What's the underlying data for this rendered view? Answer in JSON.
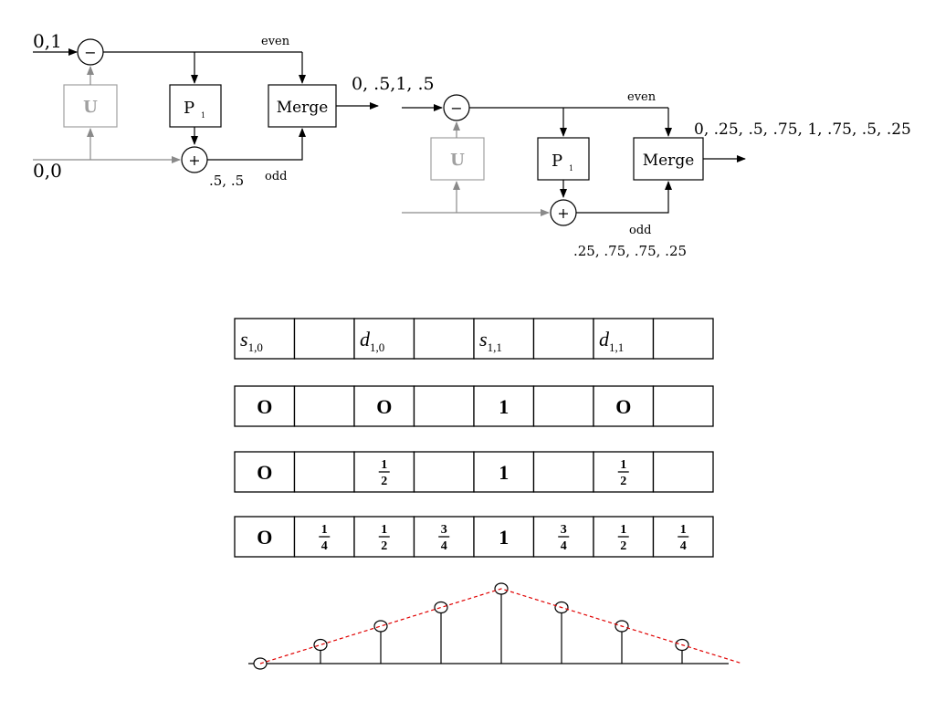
{
  "stage1": {
    "input_top": "0,1",
    "input_bottom": "0,0",
    "even_label": "even",
    "odd_label": "odd",
    "u_label": "U",
    "p_label": "P",
    "p_sub": "1",
    "merge_label": "Merge",
    "minus_sign": "−",
    "plus_sign": "+",
    "odd_values": ".5, .5",
    "output": "0, .5,1, .5"
  },
  "stage2": {
    "even_label": "even",
    "odd_label": "odd",
    "u_label": "U",
    "p_label": "P",
    "p_sub": "1",
    "merge_label": "Merge",
    "minus_sign": "−",
    "plus_sign": "+",
    "odd_values": ".25, .75, .75, .25",
    "output": "0, .25, .5, .75, 1, .75, .5, .25"
  },
  "table": {
    "header_row": [
      {
        "base": "s",
        "sub": "1,0"
      },
      {
        "base": "",
        "sub": ""
      },
      {
        "base": "d",
        "sub": "1,0"
      },
      {
        "base": "",
        "sub": ""
      },
      {
        "base": "s",
        "sub": "1,1"
      },
      {
        "base": "",
        "sub": ""
      },
      {
        "base": "d",
        "sub": "1,1"
      },
      {
        "base": "",
        "sub": ""
      }
    ],
    "rows": [
      [
        "O",
        "",
        "O",
        "",
        "1",
        "",
        "O",
        ""
      ],
      [
        "O",
        "",
        "1/2",
        "",
        "1",
        "",
        "1/2",
        ""
      ],
      [
        "O",
        "1/4",
        "1/2",
        "3/4",
        "1",
        "3/4",
        "1/2",
        "1/4"
      ]
    ]
  },
  "stem_plot": {
    "samples": [
      0,
      0.25,
      0.5,
      0.75,
      1,
      0.75,
      0.5,
      0.25
    ],
    "envelope_color": "#e00000"
  }
}
